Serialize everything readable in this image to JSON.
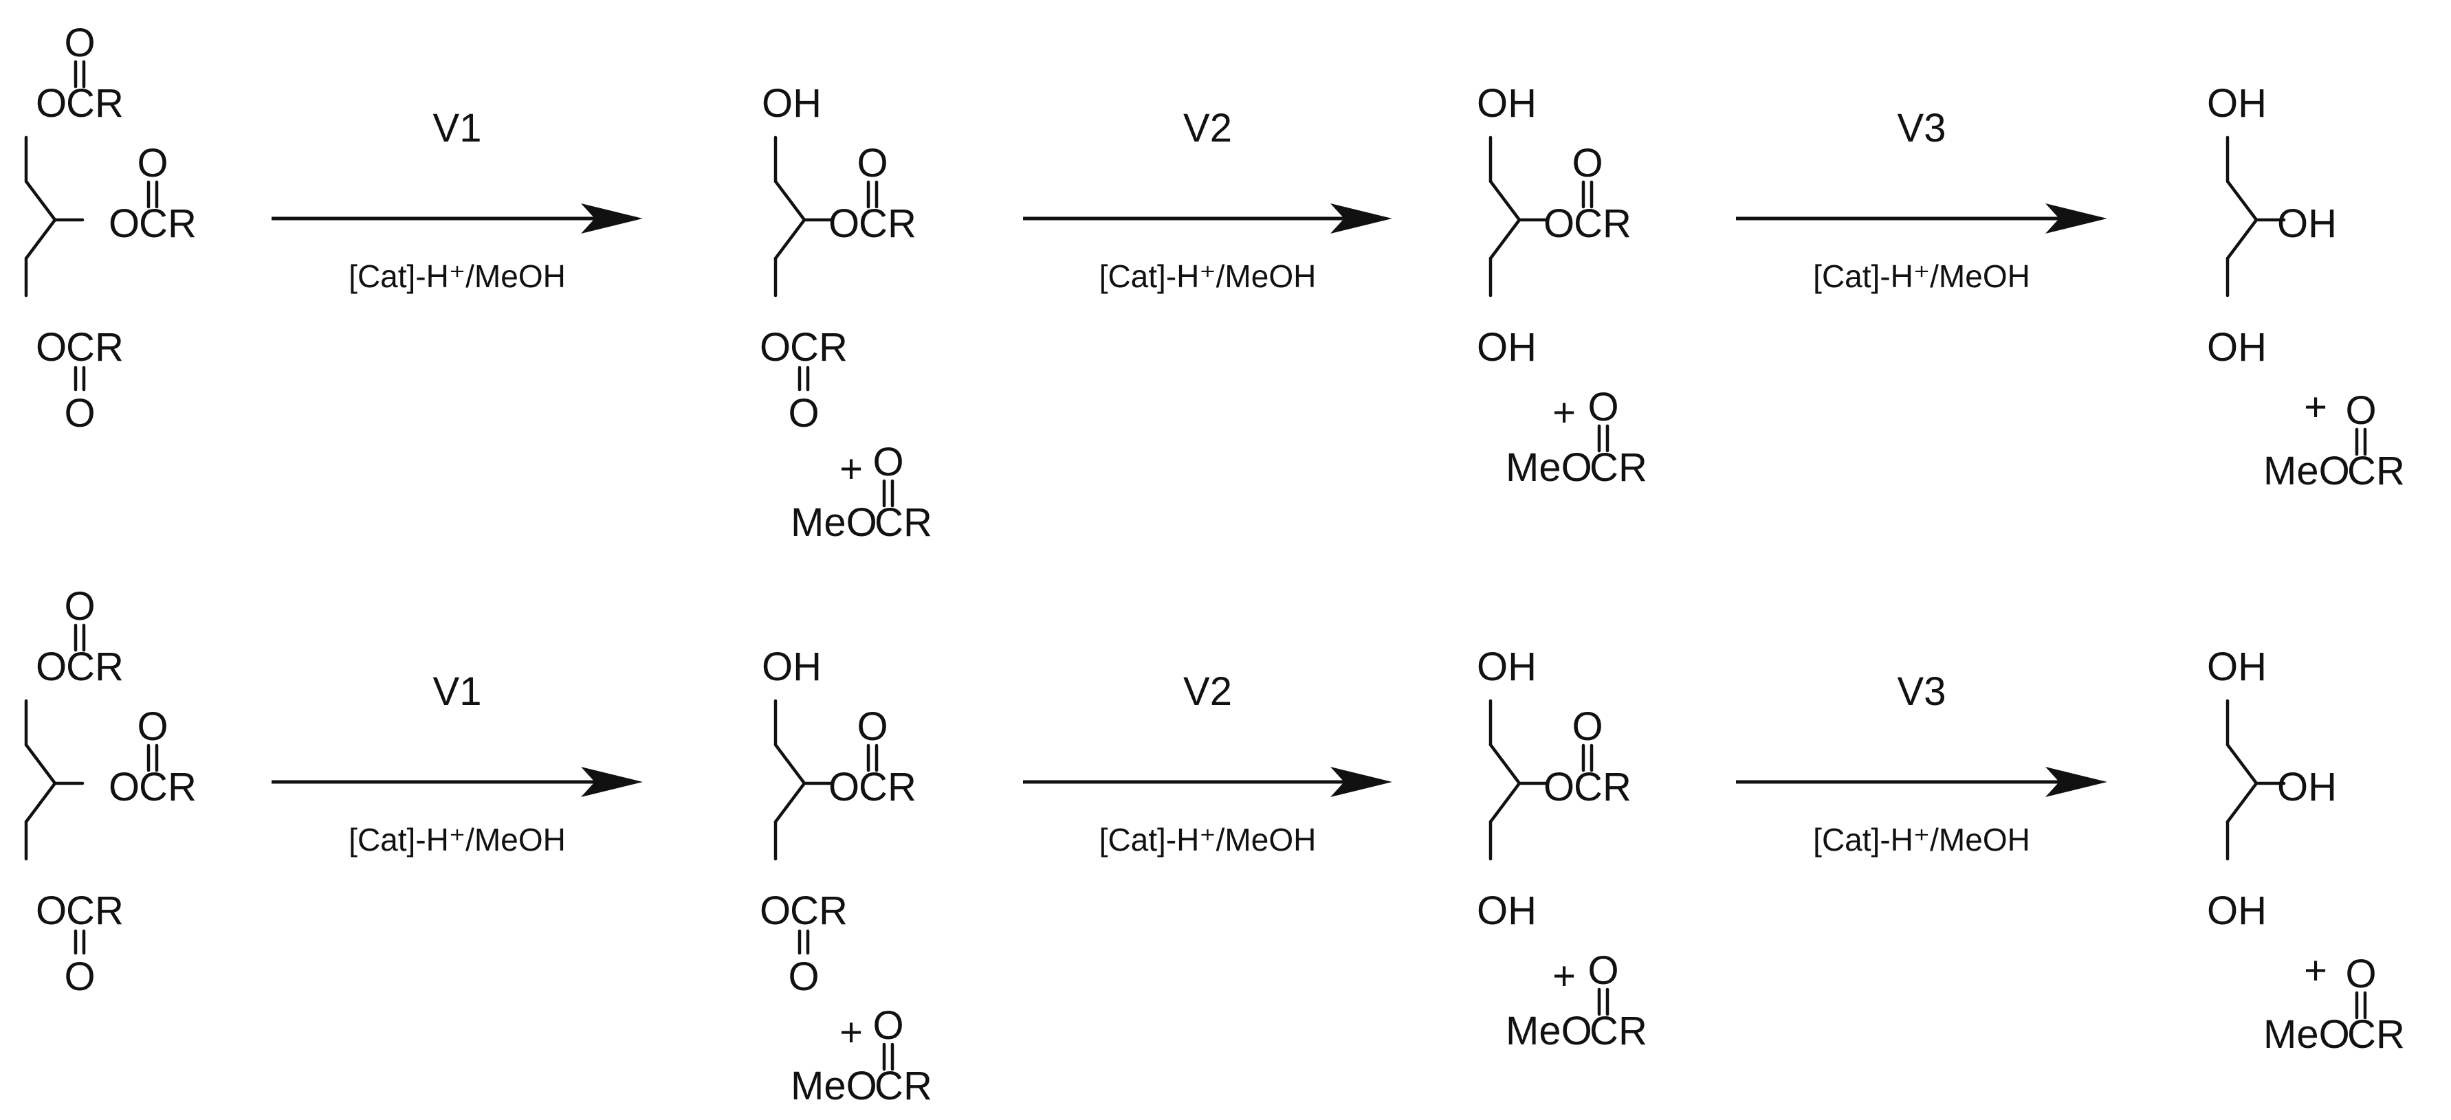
{
  "rows": [
    {
      "steps": [
        {
          "label": "V1",
          "condition": "[Cat]-H⁺/MeOH"
        },
        {
          "label": "V2",
          "condition": "[Cat]-H⁺/MeOH"
        },
        {
          "label": "V3",
          "condition": "[Cat]-H⁺/MeOH"
        }
      ]
    },
    {
      "steps": [
        {
          "label": "V1",
          "condition": "[Cat]-H⁺/MeOH"
        },
        {
          "label": "V2",
          "condition": "[Cat]-H⁺/MeOH"
        },
        {
          "label": "V3",
          "condition": "[Cat]-H⁺/MeOH"
        }
      ]
    }
  ],
  "atoms": {
    "ester_oxygen": "O",
    "carbonyl_oxygen": "O",
    "carbon": "C",
    "r_group": "R",
    "hydroxyl": "OH",
    "methyl_ester_prefix": "MeO",
    "plus": "+"
  }
}
